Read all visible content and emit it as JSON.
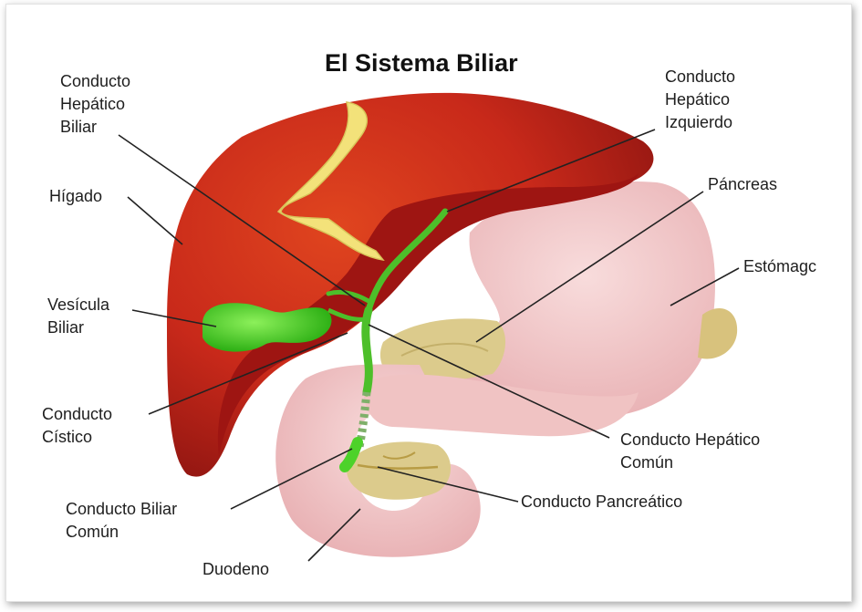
{
  "title": "El Sistema Biliar",
  "labels": {
    "hepatico_biliar": "Conducto\nHepático\nBiliar",
    "hepatico_izquierdo": "Conducto\nHepático\nIzquierdo",
    "higado": "Hígado",
    "pancreas": "Páncreas",
    "estomago": "Estómagc",
    "vesicula": "Vesícula\nBiliar",
    "cistico": "Conducto\nCístico",
    "hepatico_comun": "Conducto Hepático\nComún",
    "biliar_comun": "Conducto Biliar\nComún",
    "pancreatico": "Conducto Pancreático",
    "duodeno": "Duodeno"
  },
  "colors": {
    "liver": "#c8291a",
    "liver_dark": "#9e1512",
    "gallbladder": "#4fd12a",
    "stomach": "#f0c3c3",
    "pancreas": "#dccb8c",
    "ligament": "#f3e27a"
  }
}
